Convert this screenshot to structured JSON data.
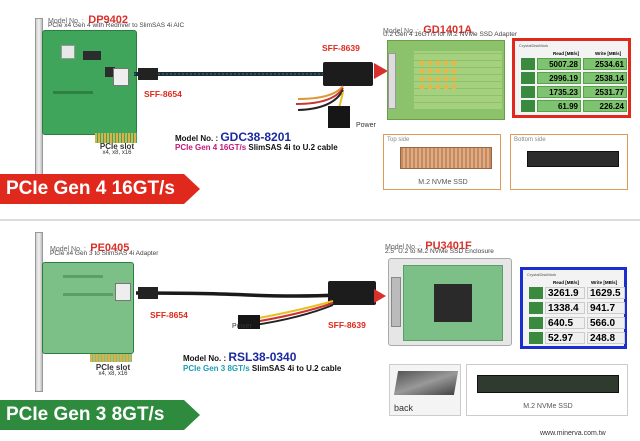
{
  "top": {
    "card_model_label": "Model No. :",
    "card_model": "DP9402",
    "card_desc": "PCIe x4 Gen 4 with Redriver to SlimSAS 4i AIC",
    "slot_title": "PCIe slot",
    "slot_sizes": "x4, x8, x16",
    "sff_left": "SFF-8654",
    "sff_right": "SFF-8639",
    "power": "Power",
    "adapter_model_label": "Model No. :",
    "adapter_model": "GD1401A",
    "adapter_desc": "U.2 Gen 4 16GT/s for M.2 NVMe SSD Adapter",
    "cable_model_label": "Model No. :",
    "cable_model": "GDC38-8201",
    "cable_speed": "PCIe Gen 4 16GT/s",
    "cable_desc": " SlimSAS 4i to U.2 cable",
    "banner": "PCIe Gen 4 16GT/s",
    "top_side": "Top side",
    "bottom_side": "Bottom side",
    "ssd_caption": "M.2 NVMe SSD",
    "bench_head_read": "Read [MB/s]",
    "bench_head_write": "Write [MB/s]",
    "bench": [
      {
        "read": "5007.28",
        "write": "2534.61"
      },
      {
        "read": "2996.19",
        "write": "2538.14"
      },
      {
        "read": "1735.23",
        "write": "2531.77"
      },
      {
        "read": "61.99",
        "write": "226.24"
      }
    ]
  },
  "bottom": {
    "card_model_label": "Model No. :",
    "card_model": "PE0405",
    "card_desc": "PCIe x4 Gen 3 to SlimSAS 4i Adapter",
    "slot_title": "PCIe slot",
    "slot_sizes": "x4, x8, x16",
    "sff_left": "SFF-8654",
    "sff_right": "SFF-8639",
    "power": "Power",
    "enclosure_model_label": "Model No. :",
    "enclosure_model": "PU3401F",
    "enclosure_desc": "2.5\" U.2 to M.2 NVMe SSD Enclosure",
    "cable_model_label": "Model No. :",
    "cable_model": "RSL38-0340",
    "cable_speed": "PCIe Gen 3 8GT/s",
    "cable_desc": " SlimSAS 4i to U.2 cable",
    "banner": "PCIe Gen 3 8GT/s",
    "back": "back",
    "ssd_caption": "M.2 NVMe SSD",
    "bench_head_read": "Read [MB/s]",
    "bench_head_write": "Write [MB/s]",
    "bench": [
      {
        "read": "3261.9",
        "write": "1629.5"
      },
      {
        "read": "1338.4",
        "write": "941.7"
      },
      {
        "read": "640.5",
        "write": "566.0"
      },
      {
        "read": "52.97",
        "write": "248.8"
      }
    ]
  },
  "footer": "www.minerva.com.tw",
  "colors": {
    "red_banner": "#e0291c",
    "green_banner": "#2e8b3e",
    "pcb": "#3fa55a",
    "bench_red": "#e0291c",
    "bench_blue": "#1b2ed0"
  }
}
